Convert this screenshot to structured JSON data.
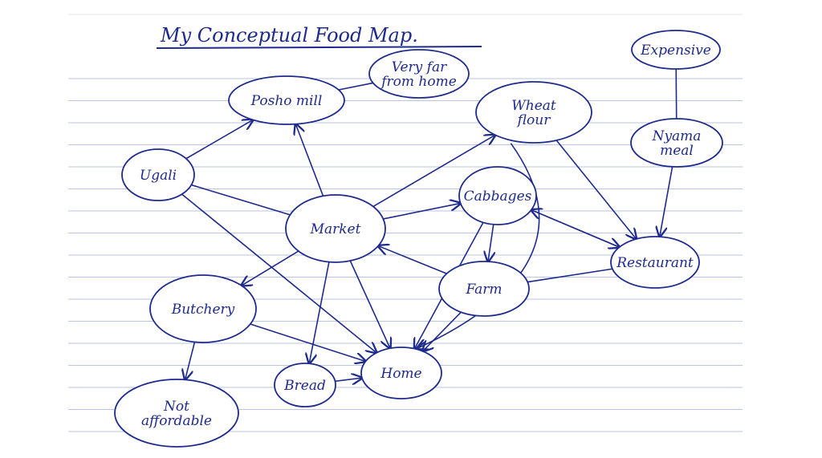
{
  "title": "My Conceptual Food Map.",
  "colors": {
    "ink": "#1e2a8c",
    "paper_line": "#b9c6e6",
    "margin_line": "#e4e4ea"
  },
  "nodes": [
    {
      "id": "expensive",
      "label": [
        "Expensive"
      ]
    },
    {
      "id": "far",
      "label": [
        "Very far",
        "from home"
      ]
    },
    {
      "id": "posho",
      "label": [
        "Posho mill"
      ]
    },
    {
      "id": "wheat",
      "label": [
        "Wheat",
        "flour"
      ]
    },
    {
      "id": "nyama",
      "label": [
        "Nyama",
        "meal"
      ]
    },
    {
      "id": "ugali",
      "label": [
        "Ugali"
      ]
    },
    {
      "id": "cabbages",
      "label": [
        "Cabbages"
      ]
    },
    {
      "id": "market",
      "label": [
        "Market"
      ]
    },
    {
      "id": "restaurant",
      "label": [
        "Restaurant"
      ]
    },
    {
      "id": "farm",
      "label": [
        "Farm"
      ]
    },
    {
      "id": "butchery",
      "label": [
        "Butchery"
      ]
    },
    {
      "id": "bread",
      "label": [
        "Bread"
      ]
    },
    {
      "id": "home",
      "label": [
        "Home"
      ]
    },
    {
      "id": "notaff",
      "label": [
        "Not",
        "affordable"
      ]
    }
  ],
  "edges": [
    {
      "from": "far",
      "to": "posho",
      "arrow": false
    },
    {
      "from": "ugali",
      "to": "posho",
      "arrow": true
    },
    {
      "from": "market",
      "to": "posho",
      "arrow": true
    },
    {
      "from": "ugali",
      "to": "market",
      "arrow": false
    },
    {
      "from": "ugali",
      "to": "home",
      "arrow": true
    },
    {
      "from": "market",
      "to": "wheat",
      "arrow": true
    },
    {
      "from": "market",
      "to": "cabbages",
      "arrow": true
    },
    {
      "from": "market",
      "to": "butchery",
      "arrow": true
    },
    {
      "from": "market",
      "to": "bread",
      "arrow": true
    },
    {
      "from": "market",
      "to": "home",
      "arrow": true
    },
    {
      "from": "farm",
      "to": "market",
      "arrow": true
    },
    {
      "from": "cabbages",
      "to": "farm",
      "arrow": true
    },
    {
      "from": "cabbages",
      "to": "home",
      "arrow": true
    },
    {
      "from": "restaurant",
      "to": "cabbages",
      "arrow": true
    },
    {
      "from": "cabbages",
      "to": "restaurant",
      "arrow": true
    },
    {
      "from": "wheat",
      "to": "restaurant",
      "arrow": true
    },
    {
      "from": "wheat",
      "to": "home",
      "arrow": true
    },
    {
      "from": "expensive",
      "to": "nyama",
      "arrow": false
    },
    {
      "from": "nyama",
      "to": "restaurant",
      "arrow": true
    },
    {
      "from": "restaurant",
      "to": "farm",
      "arrow": false
    },
    {
      "from": "farm",
      "to": "home",
      "arrow": true
    },
    {
      "from": "butchery",
      "to": "home",
      "arrow": true
    },
    {
      "from": "butchery",
      "to": "notaff",
      "arrow": true
    },
    {
      "from": "bread",
      "to": "home",
      "arrow": true
    }
  ]
}
